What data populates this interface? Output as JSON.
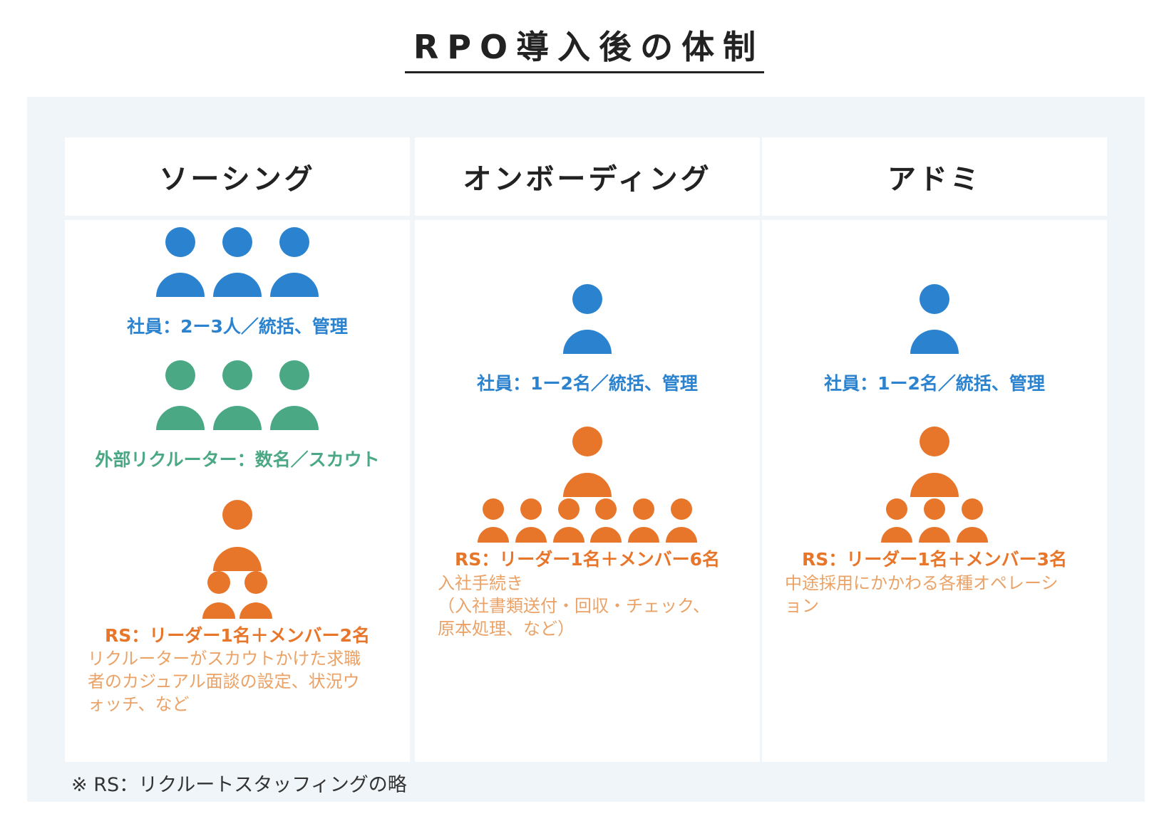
{
  "title": "RPO導入後の体制",
  "colors": {
    "blue": "#2b83cf",
    "green": "#4aa884",
    "orange": "#e8762a",
    "orange_light": "#eba266"
  },
  "columns": [
    {
      "header": "ソーシング",
      "groups": [
        {
          "icon": "person-icon",
          "color": "blue",
          "label": "社員：2ー3人／統括、管理"
        },
        {
          "icon": "person-icon",
          "color": "green",
          "label": "外部リクルーター：数名／スカウト"
        },
        {
          "icon": "person-icon",
          "color": "orange",
          "label": "RS：リーダー1名＋メンバー2名",
          "description": [
            "リクルーターがスカウトかけた求職",
            "者のカジュアル面談の設定、状況ウ",
            "ォッチ、など"
          ]
        }
      ]
    },
    {
      "header": "オンボーディング",
      "groups": [
        {
          "icon": "person-icon",
          "color": "blue",
          "label": "社員：1ー2名／統括、管理"
        },
        {
          "icon": "person-icon",
          "color": "orange",
          "label": "RS：リーダー1名＋メンバー6名",
          "description": [
            "入社手続き",
            "（入社書類送付・回収・チェック、",
            "原本処理、など）"
          ]
        }
      ]
    },
    {
      "header": "アドミ",
      "groups": [
        {
          "icon": "person-icon",
          "color": "blue",
          "label": "社員：1ー2名／統括、管理"
        },
        {
          "icon": "person-icon",
          "color": "orange",
          "label": "RS：リーダー1名＋メンバー3名",
          "description": [
            "中途採用にかかわる各種オペレーシ",
            "ョン"
          ]
        }
      ]
    }
  ],
  "footnote": "※ RS：リクルートスタッフィングの略"
}
